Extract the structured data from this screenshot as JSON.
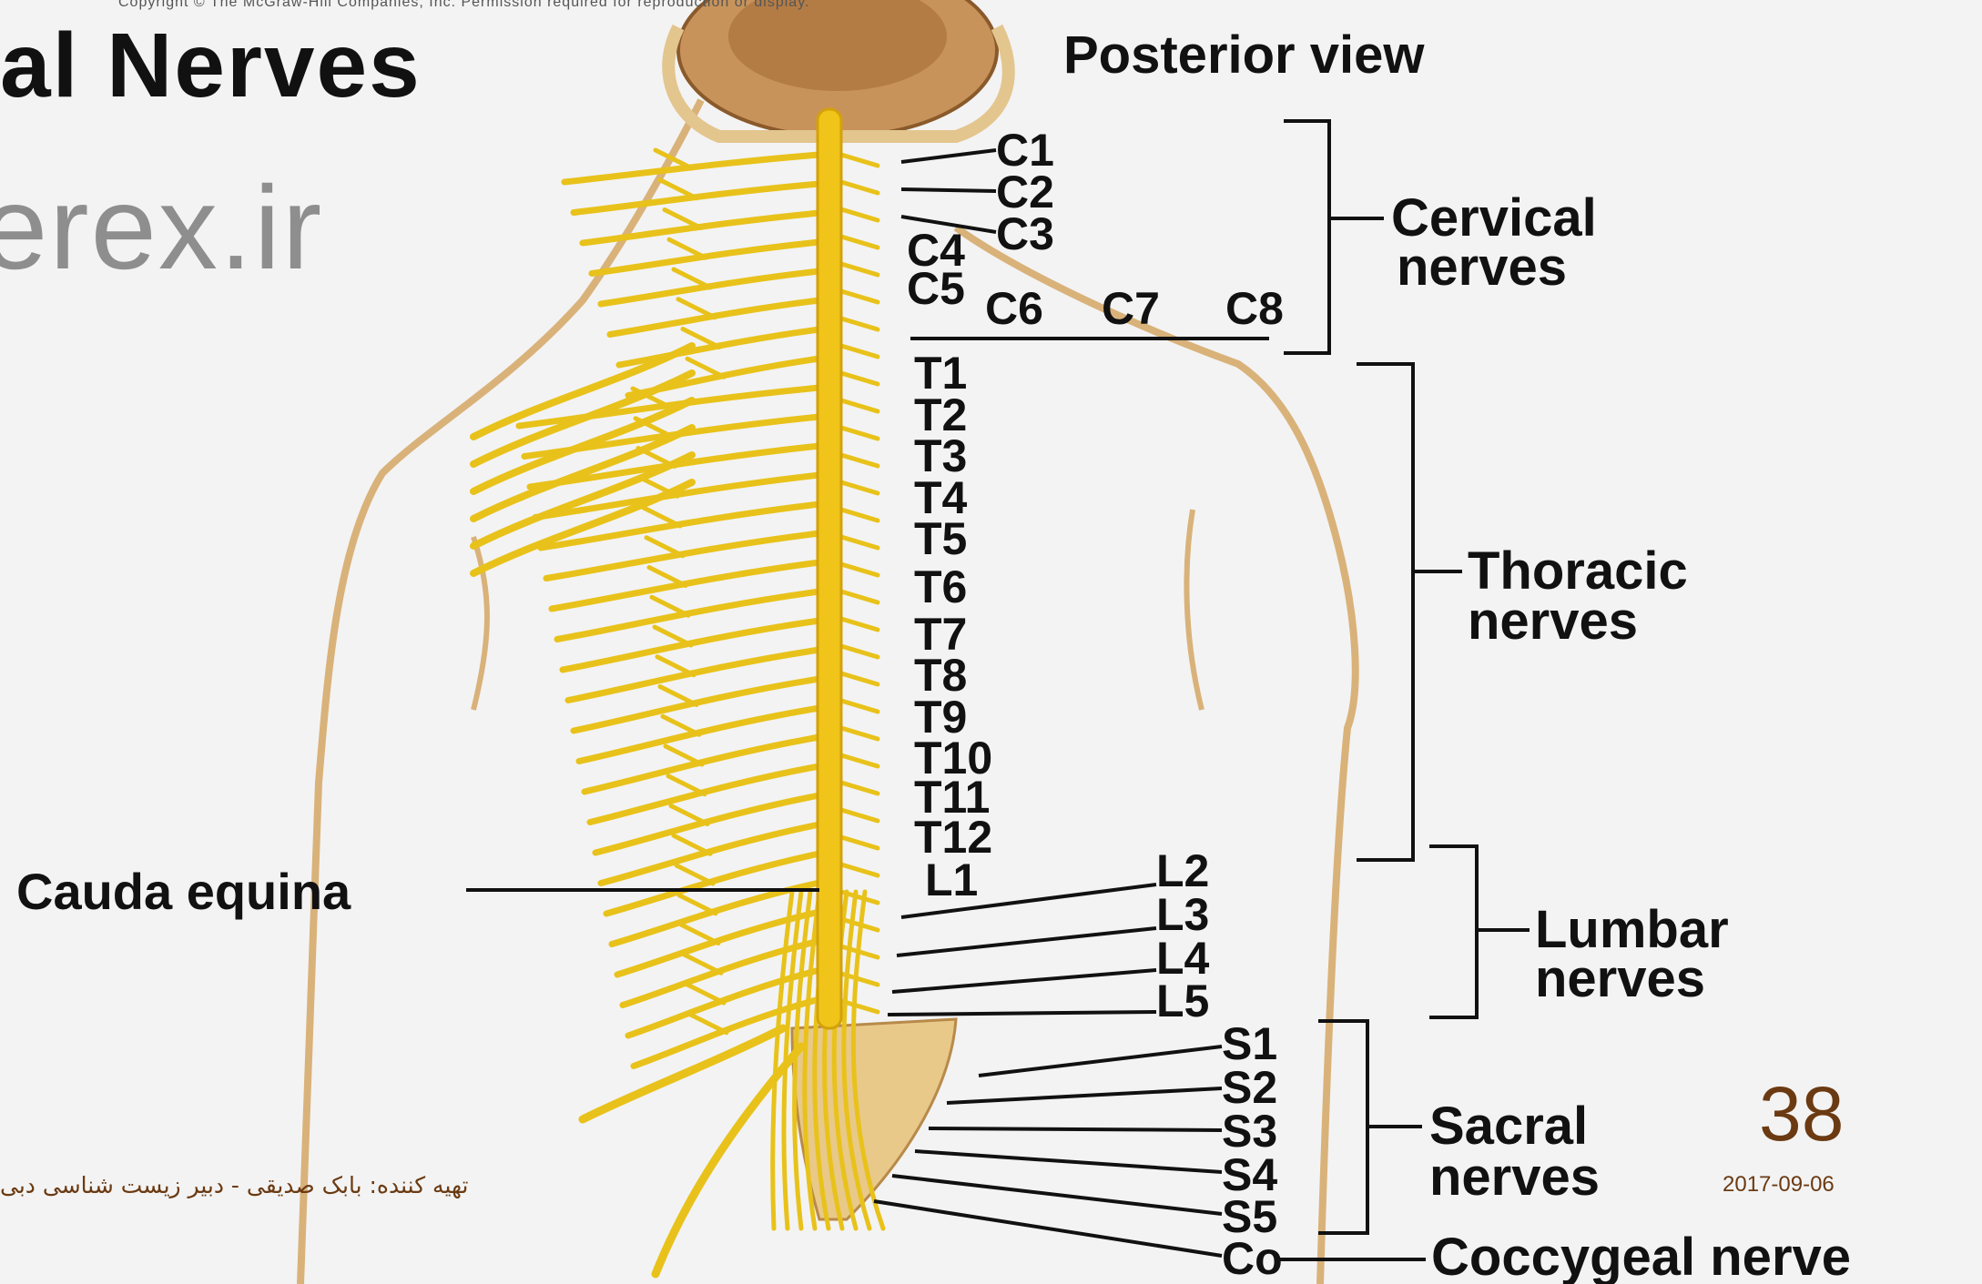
{
  "copyright": "Copyright © The McGraw-Hill Companies, Inc. Permission required for reproduction or display.",
  "title": "al  Nerves",
  "view_label": "Posterior view",
  "watermark": "erex.ir",
  "segments": {
    "c1": "C1",
    "c2": "C2",
    "c3": "C3",
    "c4": "C4",
    "c5": "C5",
    "c6": "C6",
    "c7": "C7",
    "c8": "C8",
    "t1": "T1",
    "t2": "T2",
    "t3": "T3",
    "t4": "T4",
    "t5": "T5",
    "t6": "T6",
    "t7": "T7",
    "t8": "T8",
    "t9": "T9",
    "t10": "T10",
    "t11": "T11",
    "t12": "T12",
    "l1": "L1",
    "l2": "L2",
    "l3": "L3",
    "l4": "L4",
    "l5": "L5",
    "s1": "S1",
    "s2": "S2",
    "s3": "S3",
    "s4": "S4",
    "s5": "S5",
    "co": "Co"
  },
  "groups": {
    "cervical_1": "Cervical",
    "cervical_2": "nerves",
    "thoracic_1": "Thoracic",
    "thoracic_2": "nerves",
    "lumbar_1": "Lumbar",
    "lumbar_2": "nerves",
    "sacral_1": "Sacral",
    "sacral_2": "nerves",
    "coccygeal": "Coccygeal nerve"
  },
  "cauda_equina": "Cauda equina",
  "slide": {
    "number": "38",
    "date": "2017-09-06",
    "footer": "تهیه کننده: بابک صدیقی - دبیر زیست شناسی دبی"
  },
  "colors": {
    "nerve": "#e8c21a",
    "cord": "#f0c419",
    "brain": "#c8935a",
    "accent": "#6b3a12"
  }
}
